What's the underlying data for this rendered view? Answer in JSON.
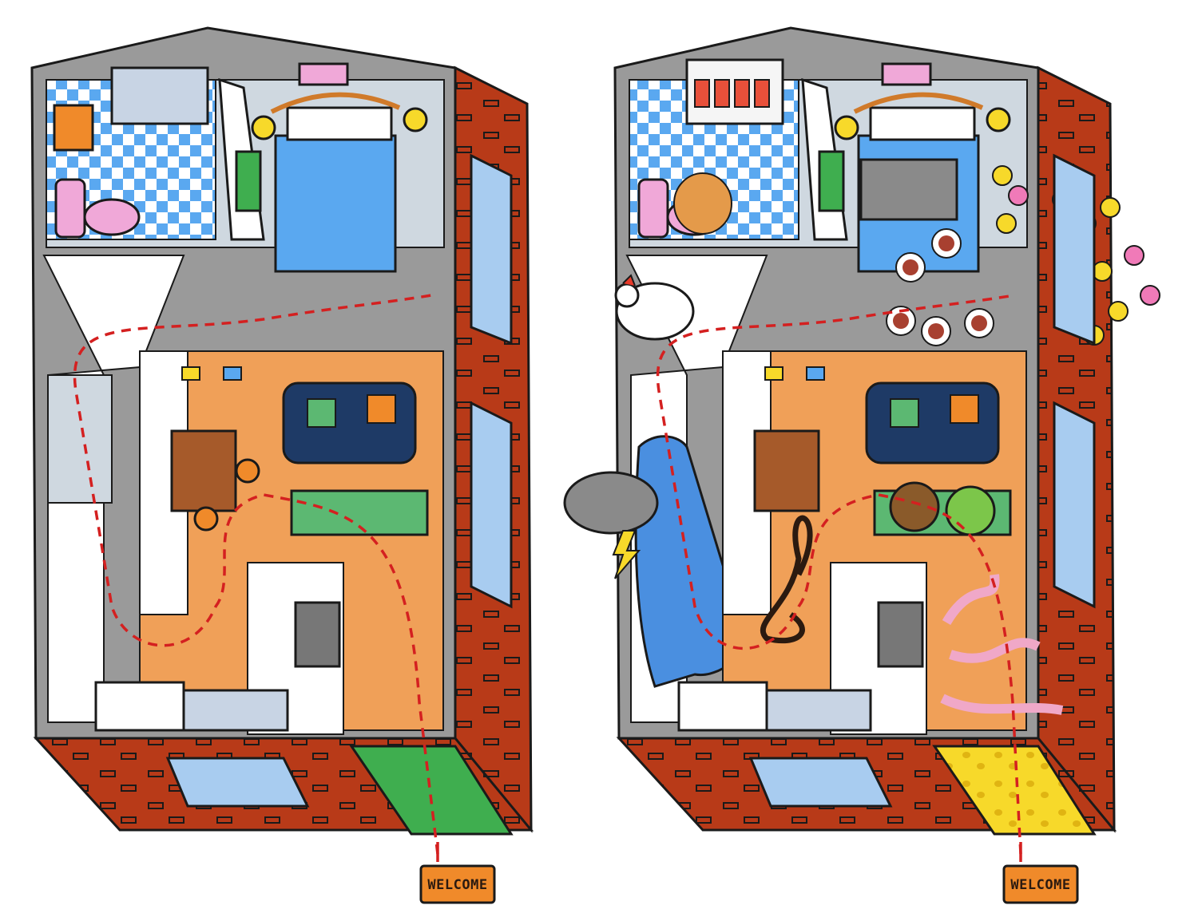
{
  "illustrations": [
    {
      "id": "left-house",
      "variant": "normal",
      "mat_label": "WELCOME"
    },
    {
      "id": "right-house",
      "variant": "surreal",
      "mat_label": "WELCOME"
    }
  ],
  "palette": {
    "brick": "#b83a18",
    "wall_outline": "#9a9a9a",
    "floor_wood": "#f0a058",
    "bed_blue": "#5aa8f0",
    "sofa_navy": "#1e3a66",
    "rug_green": "#5cb872",
    "door_green": "#3fae4f",
    "mat_orange": "#f08a2a",
    "cheese_yellow": "#f7d92a",
    "water_blue": "#4a8fe0",
    "path_red": "#d42020"
  },
  "icons": [
    "house-icon",
    "toilet-icon",
    "bed-icon",
    "sofa-icon",
    "stove-icon",
    "sink-icon",
    "chicken-icon",
    "storm-cloud-icon",
    "flower-icon",
    "kiwi-icon",
    "steak-icon",
    "worm-icon"
  ]
}
